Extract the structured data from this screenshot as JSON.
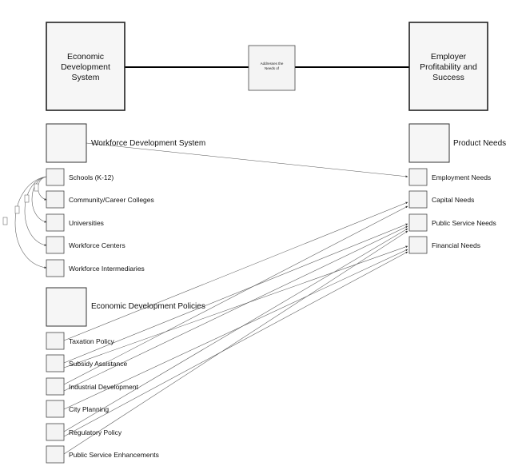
{
  "main_left": [
    "Economic",
    "Development",
    "System"
  ],
  "main_right": [
    "Employer",
    "Profitability and",
    "Success"
  ],
  "relation": [
    "Addresses the",
    "Needs of"
  ],
  "workforce": {
    "title": "Workforce Development System",
    "items": [
      "Schools (K-12)",
      "Community/Career Colleges",
      "Universities",
      "Workforce Centers",
      "Workforce Intermediaries"
    ]
  },
  "policies": {
    "title": "Economic Development Policies",
    "items": [
      "Taxation Policy",
      "Subsidy Assistance",
      "Industrial Development",
      "City Planning",
      "Regulatory Policy",
      "Public Service Enhancements"
    ]
  },
  "needs": {
    "title": "Product Needs",
    "items": [
      "Employment Needs",
      "Capital Needs",
      "Public Service Needs",
      "Financial Needs"
    ]
  },
  "colors": {
    "box_fill": "#f4f4f4",
    "stroke": "#444444",
    "line": "#555555"
  }
}
